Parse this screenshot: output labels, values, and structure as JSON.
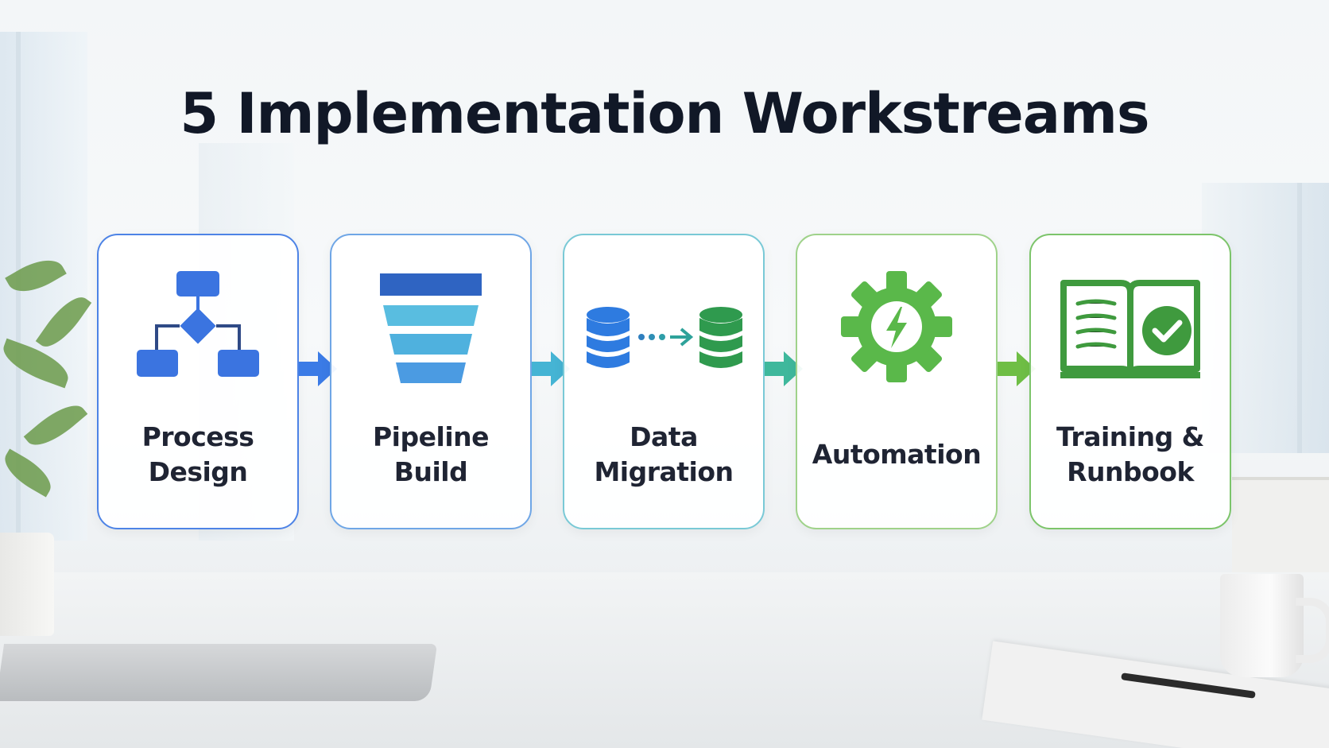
{
  "title": "5 Implementation Workstreams",
  "workstreams": [
    {
      "line1": "Process",
      "line2": "Design",
      "icon": "flowchart-icon",
      "color": "#3b74e0"
    },
    {
      "line1": "Pipeline",
      "line2": "Build",
      "icon": "pipeline-funnel-icon",
      "color": "#4fa9dc"
    },
    {
      "line1": "Data",
      "line2": "Migration",
      "icon": "database-transfer-icon",
      "color": "#3bb0a0"
    },
    {
      "line1": "Automation",
      "line2": "",
      "icon": "lightning-gear-icon",
      "color": "#5ab84a"
    },
    {
      "line1": "Training &",
      "line2": "Runbook",
      "icon": "book-check-icon",
      "color": "#3f9a3e"
    }
  ],
  "arrow_colors": [
    "#3b7be6",
    "#45b4d4",
    "#3fb89c",
    "#6fbe45"
  ]
}
